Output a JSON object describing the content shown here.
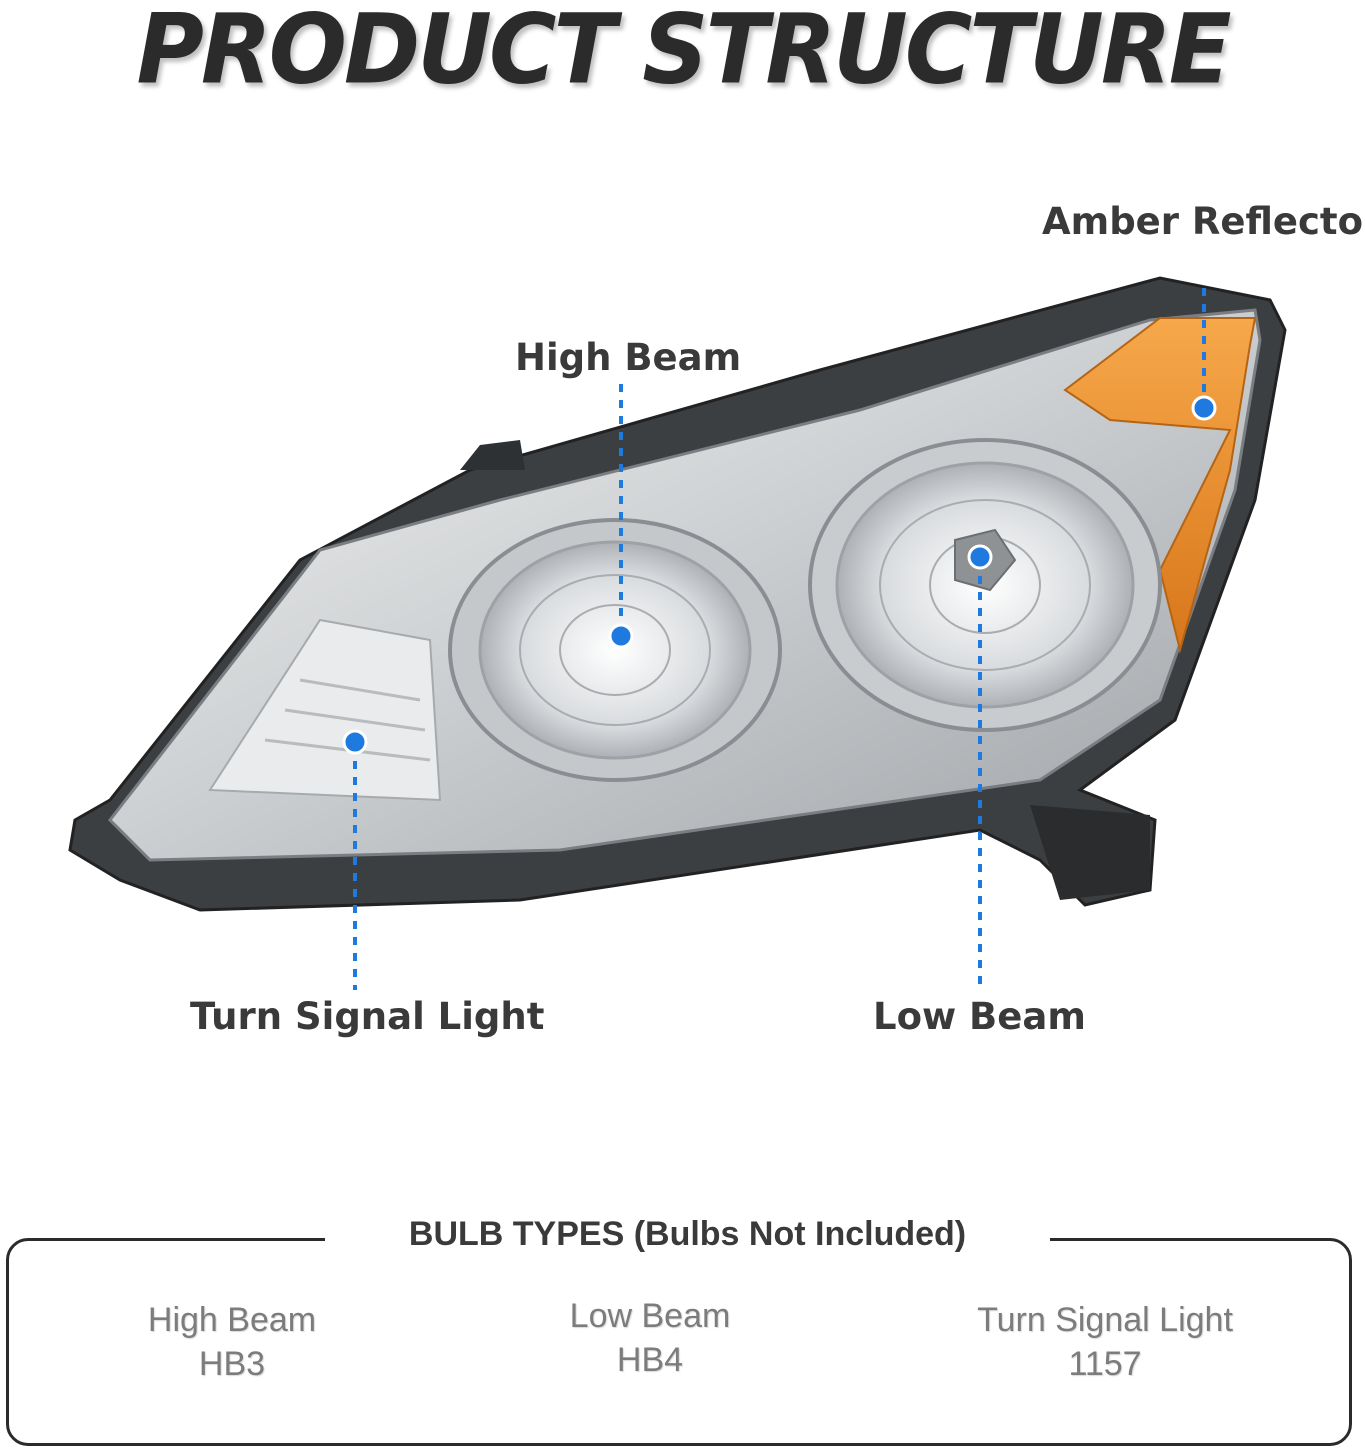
{
  "title": "PRODUCT STRUCTURE",
  "callouts": {
    "amber_reflector": "Amber Reflector",
    "high_beam": "High Beam",
    "turn_signal": "Turn Signal Light",
    "low_beam": "Low Beam"
  },
  "bulb_types": {
    "heading": "BULB TYPES (Bulbs Not Included)",
    "items": [
      {
        "name": "High Beam",
        "type": "HB3"
      },
      {
        "name": "Low Beam",
        "type": "HB4"
      },
      {
        "name": "Turn Signal Light",
        "type": "1157"
      }
    ]
  },
  "colors": {
    "callout_blue": "#1f7ae0",
    "amber": "#e8891e",
    "title_dark": "#2b2b2b"
  }
}
